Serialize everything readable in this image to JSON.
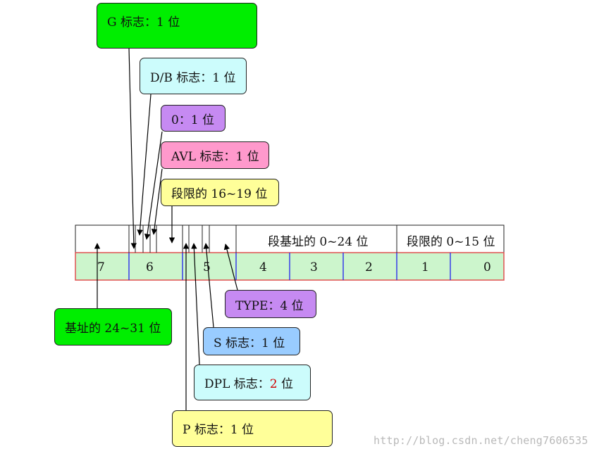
{
  "diagram": {
    "labels": {
      "g_flag": "G 标志：1 位",
      "db_flag": "D/B 标志：1 位",
      "zero_bit": "0：1 位",
      "avl_flag": "AVL 标志：1 位",
      "limit_16_19": "段限的 16~19 位",
      "base_24_31": "基址的 24~31 位",
      "type_field": "TYPE：4 位",
      "s_flag": "S 标志：1 位",
      "dpl_prefix": "DPL 标志：",
      "dpl_value": "2",
      "dpl_suffix": " 位",
      "p_flag": "P 标志：1 位"
    },
    "top_row": {
      "base_0_24": "段基址的 0~24  位",
      "limit_0_15": "段限的  0~15 位"
    },
    "byte_indices": [
      "7",
      "6",
      "5",
      "4",
      "3",
      "2",
      "1",
      "0"
    ],
    "colors": {
      "green": "#00ee00",
      "light_cyan": "#ccfcfc",
      "violet": "#c68af2",
      "pink": "#ff99cc",
      "light_yellow": "#ffff99",
      "light_blue": "#99ccff",
      "row_green": "#ccf5cc",
      "row_border": "#e05050",
      "divider_blue": "#2020ee"
    }
  },
  "watermark": "http://blog.csdn.net/cheng7606535"
}
